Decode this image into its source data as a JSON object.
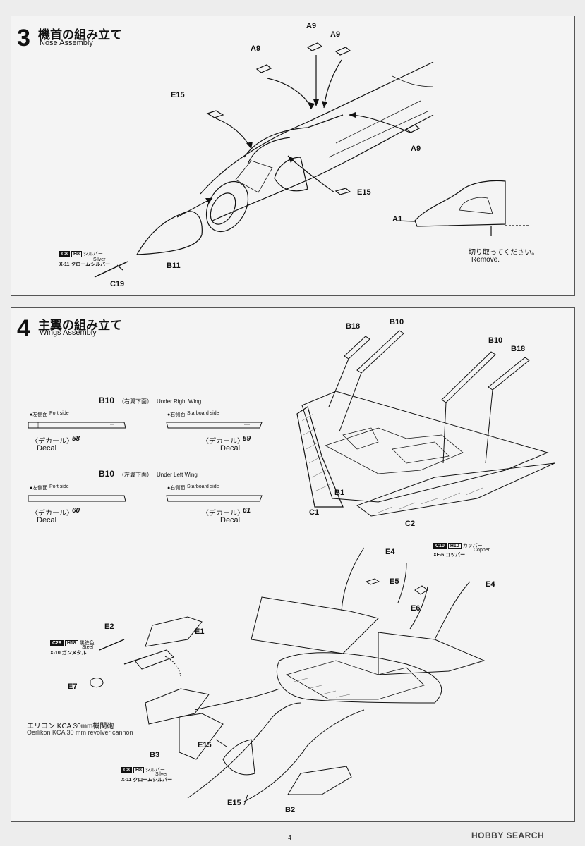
{
  "page_number": "4",
  "watermark": "HOBBY SEARCH",
  "step3": {
    "number": "3",
    "title": "機首の組み立て",
    "subtitle": "Nose Assembly",
    "labels": {
      "a9_1": "A9",
      "a9_2": "A9",
      "a9_3": "A9",
      "a9_4": "A9",
      "e15_1": "E15",
      "e15_2": "E15",
      "a1": "A1",
      "b11": "B11",
      "c19": "C19"
    },
    "paint": {
      "code": "C8",
      "h": "H8",
      "name_jp": "シルバー",
      "name_en": "Silver",
      "x": "X-11 クロームシルバー"
    },
    "remove_jp": "切り取ってください。",
    "remove_en": "Remove."
  },
  "step4": {
    "number": "4",
    "title": "主翼の組み立て",
    "subtitle": "Wings Assembly",
    "decal_blocks": [
      {
        "part": "B10",
        "jp": "（右翼下面）",
        "en": "Under Right Wing",
        "port": {
          "jp": "●左側面",
          "en": "Port side",
          "decal_jp": "〈デカール〉",
          "num": "58",
          "en2": "Decal"
        },
        "star": {
          "jp": "●右側面",
          "en": "Starboard side",
          "decal_jp": "〈デカール〉",
          "num": "59",
          "en2": "Decal"
        }
      },
      {
        "part": "B10",
        "jp": "（左翼下面）",
        "en": "Under Left Wing",
        "port": {
          "jp": "●左側面",
          "en": "Port side",
          "decal_jp": "〈デカール〉",
          "num": "60",
          "en2": "Decal"
        },
        "star": {
          "jp": "●右側面",
          "en": "Starboard side",
          "decal_jp": "〈デカール〉",
          "num": "61",
          "en2": "Decal"
        }
      }
    ],
    "labels": {
      "b18_1": "B18",
      "b10_1": "B10",
      "b10_2": "B10",
      "b18_2": "B18",
      "b1": "B1",
      "c1": "C1",
      "c2": "C2",
      "e4_1": "E4",
      "e5": "E5",
      "e6": "E6",
      "e4_2": "E4",
      "e2": "E2",
      "e1": "E1",
      "e7": "E7",
      "b3": "B3",
      "e15_1": "E15",
      "e15_2": "E15",
      "b2": "B2"
    },
    "paint_copper": {
      "code": "C10",
      "h": "H10",
      "name_jp": "カッパー",
      "name_en": "Copper",
      "x": "XF-6 コッパー"
    },
    "paint_steel": {
      "code": "C28",
      "h": "H18",
      "name_jp": "黒鉄色",
      "name_en": "Steel",
      "x": "X-10 ガンメタル"
    },
    "paint_silver": {
      "code": "C8",
      "h": "H8",
      "name_jp": "シルバー",
      "name_en": "Silver",
      "x": "X-11 クロームシルバー"
    },
    "cannon_jp": "エリコン KCA 30mm機関砲",
    "cannon_en": "Oerlikon KCA  30 mm  revolver cannon"
  }
}
